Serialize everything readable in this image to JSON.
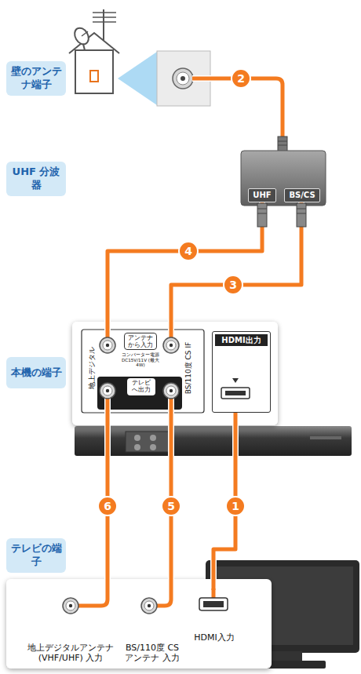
{
  "diagram": {
    "nodes": [
      {
        "text": [
          "壁のアンテナ端子"
        ]
      },
      {
        "text": [
          "UHF 分波器"
        ]
      },
      {
        "text": [
          "本機の端子"
        ]
      },
      {
        "text": [
          "テレビの端子"
        ]
      },
      {
        "text": [
          "UHF"
        ]
      },
      {
        "text": [
          "BS/CS"
        ]
      },
      {
        "text": [
          "地上デジタル"
        ]
      },
      {
        "text": [
          "BS/110度 CS IF"
        ]
      },
      {
        "text": [
          "アンテナ から入力"
        ]
      },
      {
        "text": [
          "テレビ へ出力"
        ]
      },
      {
        "text": [
          "HDMI出力"
        ]
      },
      {
        "text": [
          "地上デジタルアンテナ (VHF/UHF) 入力"
        ]
      },
      {
        "text": [
          "BS/110度 CSアンテナ 入力"
        ]
      },
      {
        "text": [
          "HDMI入力"
        ]
      }
    ],
    "edges": [
      {
        "from": 4,
        "to": 6,
        "label": "4",
        "arrow": "none"
      },
      {
        "from": 5,
        "to": 7,
        "label": "3",
        "arrow": "none"
      },
      {
        "from": 6,
        "to": 11,
        "label": "6",
        "arrow": "none"
      },
      {
        "from": 7,
        "to": 12,
        "label": "5",
        "arrow": "none"
      },
      {
        "from": 10,
        "to": 13,
        "label": "1",
        "arrow": "none"
      }
    ],
    "labels": [
      "2",
      "コンバーター電源 DC15V/11V (最大4W)"
    ]
  }
}
